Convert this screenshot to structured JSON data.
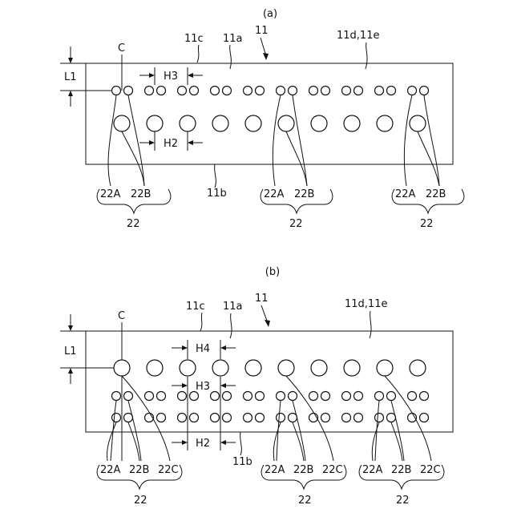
{
  "figure_a": {
    "caption": "(a)",
    "ref_11": "11",
    "ref_11c": "11c",
    "ref_11a": "11a",
    "ref_11de": "11d,11e",
    "ref_11b": "11b",
    "ref_c": "C",
    "dim_l1": "L1",
    "dim_h3": "H3",
    "dim_h2": "H2",
    "groups": [
      {
        "a": "22A",
        "b": "22B",
        "total": "22"
      },
      {
        "a": "22A",
        "b": "22B",
        "total": "22"
      },
      {
        "a": "22A",
        "b": "22B",
        "total": "22"
      }
    ]
  },
  "figure_b": {
    "caption": "(b)",
    "ref_11": "11",
    "ref_11c": "11c",
    "ref_11a": "11a",
    "ref_11de": "11d,11e",
    "ref_11b": "11b",
    "ref_c": "C",
    "dim_l1": "L1",
    "dim_h4": "H4",
    "dim_h3": "H3",
    "dim_h2": "H2",
    "groups": [
      {
        "a": "22A",
        "b": "22B",
        "c": "22C",
        "total": "22"
      },
      {
        "a": "22A",
        "b": "22B",
        "c": "22C",
        "total": "22"
      },
      {
        "a": "22A",
        "b": "22B",
        "c": "22C",
        "total": "22"
      }
    ]
  }
}
